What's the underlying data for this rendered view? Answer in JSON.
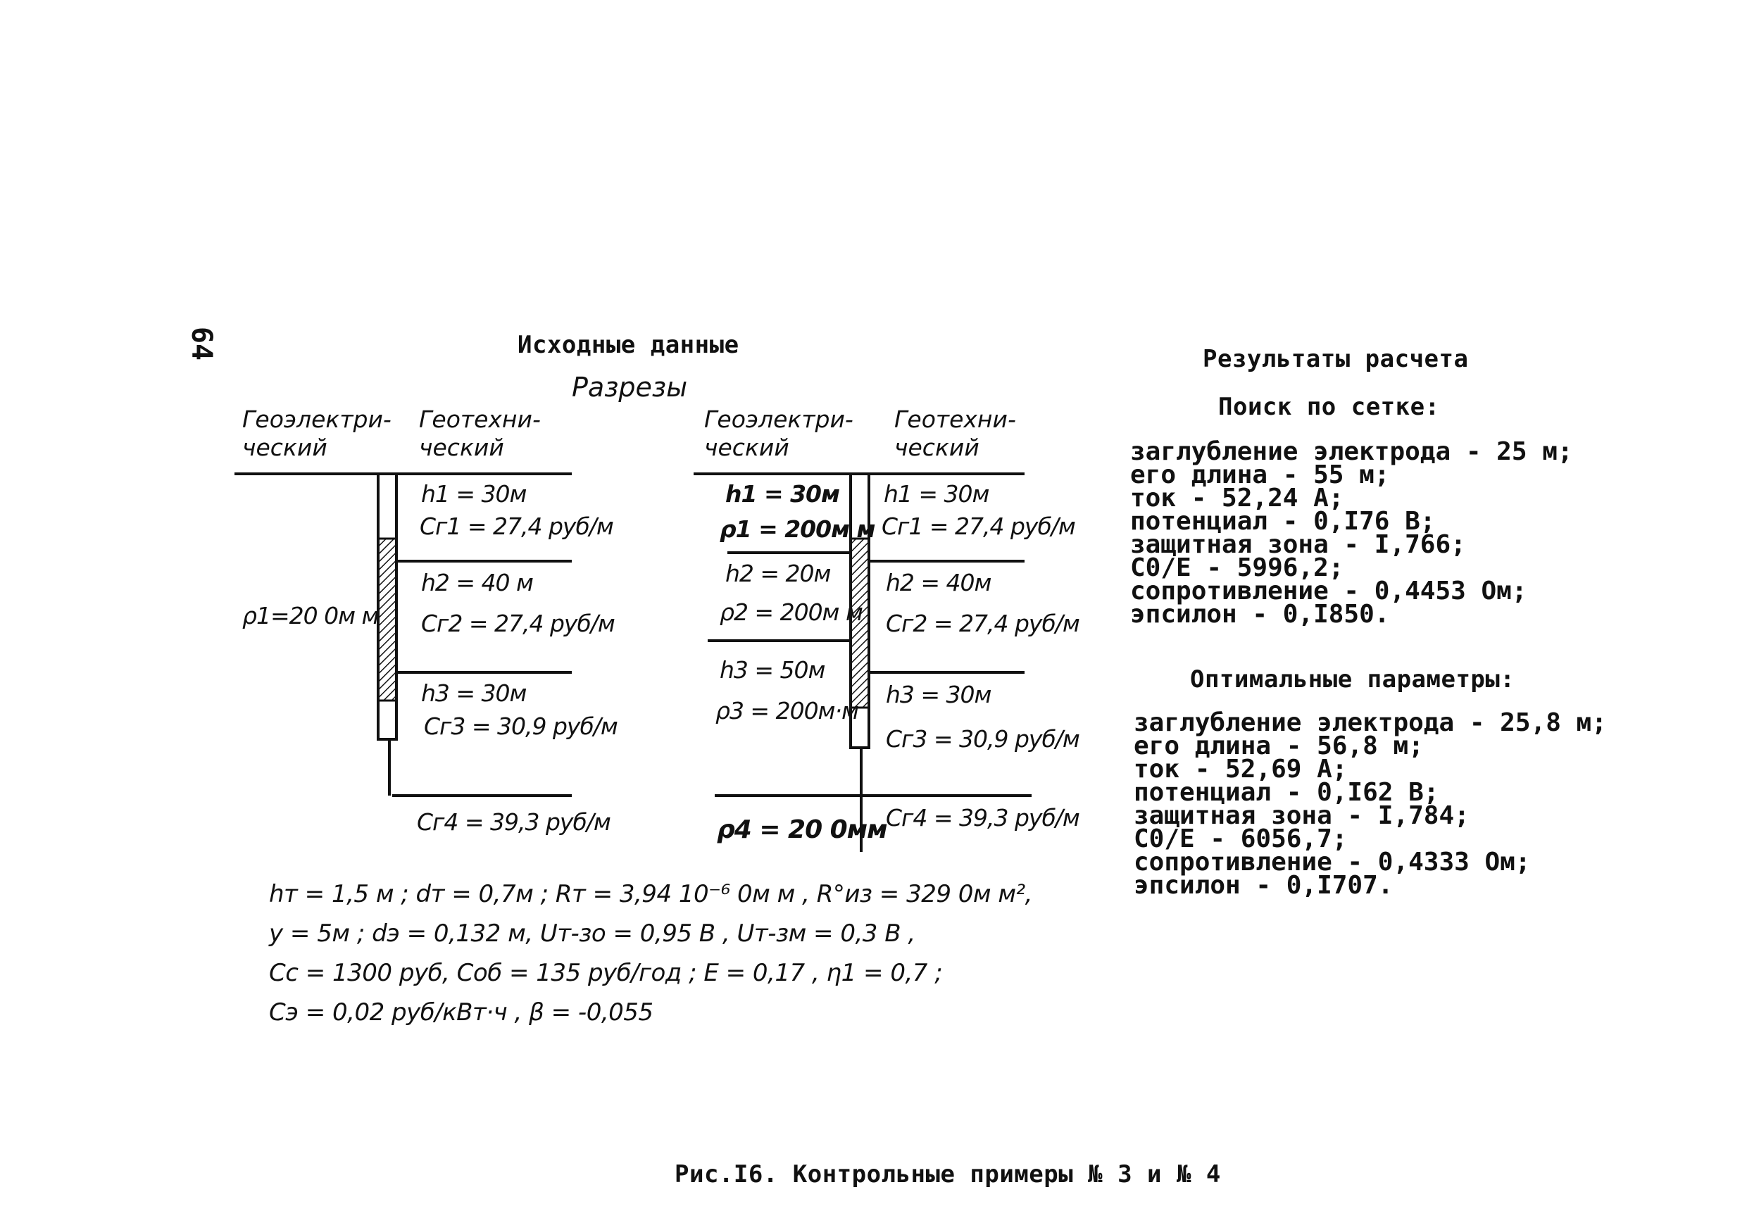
{
  "page_number": "64",
  "left": {
    "title": "Исходные данные",
    "subtitle": "Разрезы",
    "section1": {
      "col_geoelectric": "Геоэлектри- ческий",
      "col_geotechnical": "Геотехни- ческий",
      "rho": "ρ1=20 0м м",
      "layers": [
        {
          "h": "h1 = 30м",
          "c": "Cг1 = 27,4 руб/м"
        },
        {
          "h": "h2 = 40 м",
          "c": "Cг2 = 27,4 руб/м"
        },
        {
          "h": "h3 = 30м",
          "c": "Cг3 = 30,9 руб/м"
        },
        {
          "h": "",
          "c": "Cг4 = 39,3 руб/м"
        }
      ]
    },
    "section2": {
      "col_geoelectric": "Геоэлектри- ческий",
      "col_geotechnical": "Геотехни- ческий",
      "electric_layers": [
        {
          "h": "h1 = 30м",
          "rho": "ρ1 = 200м м"
        },
        {
          "h": "h2 = 20м",
          "rho": "ρ2 = 200м м"
        },
        {
          "h": "h3 = 50м",
          "rho": "ρ3 = 200м·м"
        },
        {
          "h": "",
          "rho": "ρ4 = 20 0мм"
        }
      ],
      "tech_layers": [
        {
          "h": "h1 = 30м",
          "c": "Cг1 = 27,4 руб/м"
        },
        {
          "h": "h2 = 40м",
          "c": "Cг2 = 27,4 руб/м"
        },
        {
          "h": "h3 = 30м",
          "c": "Cг3 = 30,9 руб/м"
        },
        {
          "h": "",
          "c": "Cг4 = 39,3 руб/м"
        }
      ]
    },
    "params": [
      "hт = 1,5 м ;    dт = 0,7м ;  Rт = 3,94 10⁻⁶ 0м м ,  R°из = 329 0м м²,",
      "y = 5м ;           dэ = 0,132 м,  Uт-зо = 0,95 В ,  Uт-зм = 0,3 В ,",
      "Cс = 1300 руб,   Cоб = 135 руб/год ;  E = 0,17 ,  η1 = 0,7 ;",
      "Cэ = 0,02 руб/кВт·ч ,   β = -0,055"
    ]
  },
  "right": {
    "title": "Результаты расчета",
    "grid_search": {
      "heading": "Поиск по сетке:",
      "lines": [
        "заглубление электрода - 25 м;",
        "его длина - 55 м;",
        "ток - 52,24 А;",
        "потенциал - 0,I76 В;",
        "защитная зона - I,766;",
        "C0/E - 5996,2;",
        "сопротивление - 0,4453 Ом;",
        "эпсилон - 0,I850."
      ]
    },
    "optimal": {
      "heading": "Оптимальные параметры:",
      "lines": [
        "заглубление электрода - 25,8 м;",
        "его длина - 56,8 м;",
        "ток - 52,69 А;",
        "потенциал - 0,I62 В;",
        "защитная зона - I,784;",
        "C0/E - 6056,7;",
        "сопротивление - 0,4333 Ом;",
        "эпсилон - 0,I707."
      ]
    }
  },
  "caption": "Рис.I6. Контрольные примеры № 3 и № 4"
}
